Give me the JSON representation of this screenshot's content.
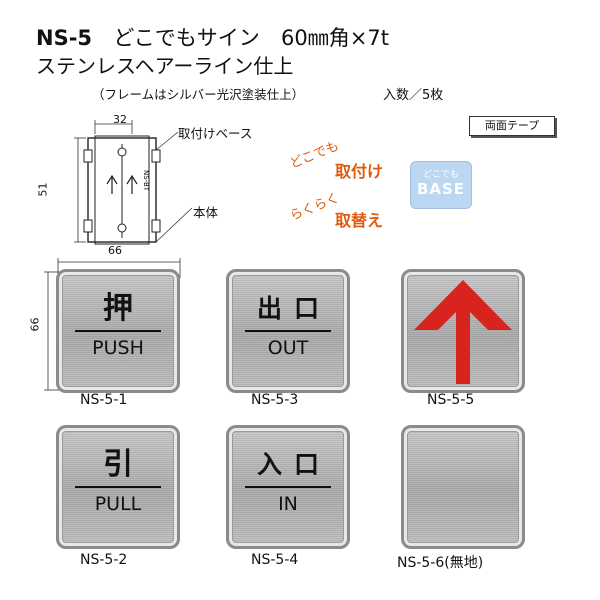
{
  "header": {
    "code": "NS-5",
    "name": "どこでもサイン",
    "size": "60㎜角×7t",
    "finish": "ステンレスヘアーライン仕上",
    "frame_note": "（フレームはシルバー光沢塗装仕上）",
    "quantity": "入数／5枚",
    "tape": "両面テープ"
  },
  "promo": {
    "arc1": "どこでも",
    "word1": "取付け",
    "arc2": "らくらく",
    "word2": "取替え",
    "badge_top": "どこでも",
    "badge_base": "BASE"
  },
  "diagram": {
    "base_label": "取付けベース",
    "body_label": "本体",
    "dim_top": "32",
    "dim_side": "51",
    "dim_width": "66",
    "dim_height": "66",
    "base_mark": "NS-BT"
  },
  "signs": [
    {
      "code": "NS-5-1",
      "kanji": "押",
      "english": "PUSH"
    },
    {
      "code": "NS-5-3",
      "kanji": "出口",
      "english": "OUT"
    },
    {
      "code": "NS-5-5",
      "kanji": "",
      "english": ""
    },
    {
      "code": "NS-5-2",
      "kanji": "引",
      "english": "PULL"
    },
    {
      "code": "NS-5-4",
      "kanji": "入口",
      "english": "IN"
    },
    {
      "code": "NS-5-6(無地)",
      "kanji": "",
      "english": ""
    }
  ],
  "colors": {
    "accent_orange": "#e25a0b",
    "arrow_red": "#d8231f",
    "badge_blue": "#bcd7f2"
  },
  "icons": [
    "arrow-up-icon",
    "base-plate-icon"
  ]
}
